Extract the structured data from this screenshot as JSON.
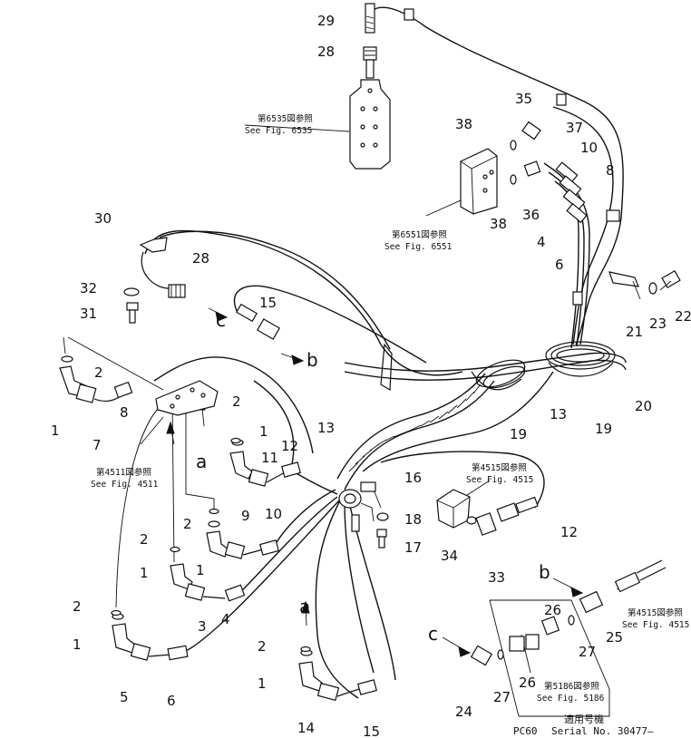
{
  "callouts": {
    "c1": "1",
    "c2": "2",
    "c3": "3",
    "c4": "4",
    "c5": "5",
    "c6": "6",
    "c7": "7",
    "c8": "8",
    "c9": "9",
    "c10": "10",
    "c11": "11",
    "c12": "12",
    "c13": "13",
    "c14": "14",
    "c15": "15",
    "c16": "16",
    "c17": "17",
    "c18": "18",
    "c19": "19",
    "c20": "20",
    "c21": "21",
    "c22": "22",
    "c23": "23",
    "c24": "24",
    "c25": "25",
    "c26": "26",
    "c27": "27",
    "c28": "28",
    "c29": "29",
    "c30": "30",
    "c31": "31",
    "c32": "32",
    "c33": "33",
    "c34": "34",
    "c35": "35",
    "c36": "36",
    "c37": "37",
    "c38": "38"
  },
  "letters": {
    "a": "a",
    "b": "b",
    "c": "c"
  },
  "references": {
    "fig6535_jp": "第6535図参照",
    "fig6535_en": "See Fig. 6535",
    "fig6551_jp": "第6551図参照",
    "fig6551_en": "See Fig. 6551",
    "fig4511_jp": "第4511図参照",
    "fig4511_en": "See Fig. 4511",
    "fig4515_jp": "第4515図参照",
    "fig4515_en": "See Fig. 4515",
    "fig5186_jp": "第5186図参照",
    "fig5186_en": "See Fig. 5186"
  },
  "serial": {
    "label_jp": "適用号機",
    "model": "PC60",
    "serial_text": "Serial No. 30477—"
  }
}
